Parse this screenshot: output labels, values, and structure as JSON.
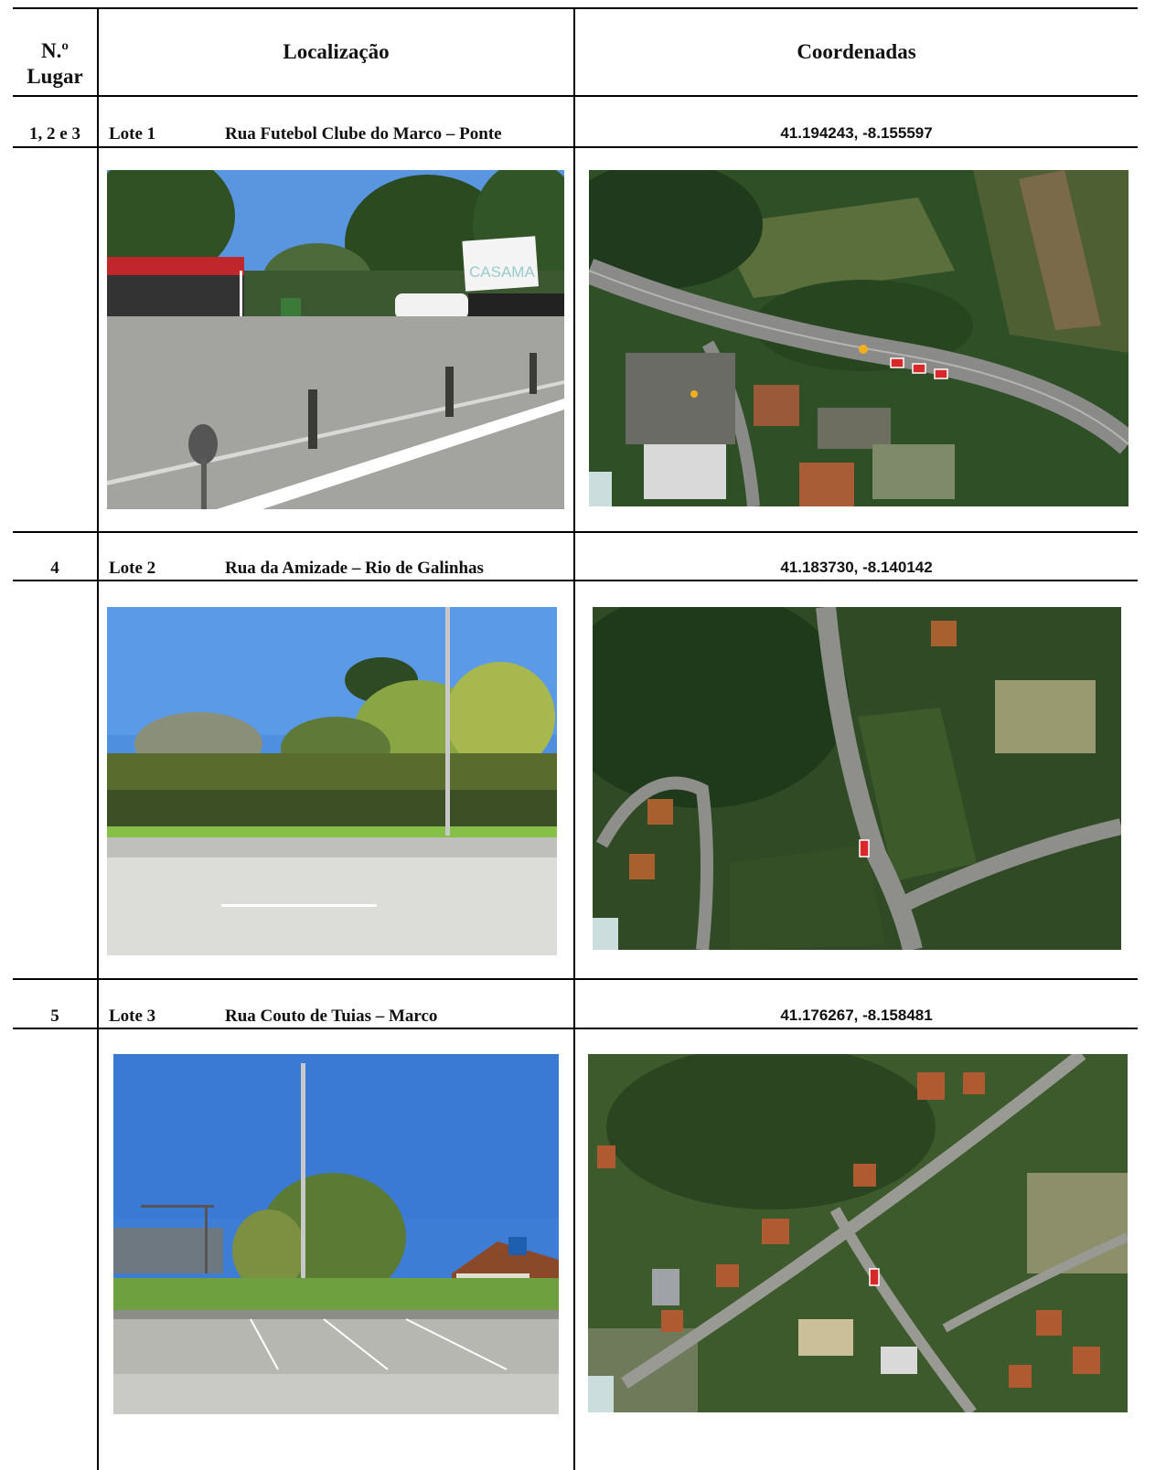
{
  "header": {
    "col_num": [
      "N.º",
      "Lugar"
    ],
    "col_loc": "Localização",
    "col_coord": "Coordenadas"
  },
  "rows": [
    {
      "num": "1, 2 e 3",
      "lote": "Lote 1",
      "street": "Rua Futebol Clube do Marco – Ponte",
      "coords": "41.194243, -8.155597"
    },
    {
      "num": "4",
      "lote": "Lote 2",
      "street": "Rua da Amizade – Rio de Galinhas",
      "coords": "41.183730, -8.140142"
    },
    {
      "num": "5",
      "lote": "Lote 3",
      "street": "Rua Couto de Tuias – Marco",
      "coords": "41.176267, -8.158481"
    }
  ],
  "images": {
    "photo1_sign": "CASAMA"
  },
  "colors": {
    "sky": "#3f7fd6",
    "vegetation": "#3f6a2e",
    "asphalt": "#9c9c98",
    "marker": "#d8282a"
  }
}
